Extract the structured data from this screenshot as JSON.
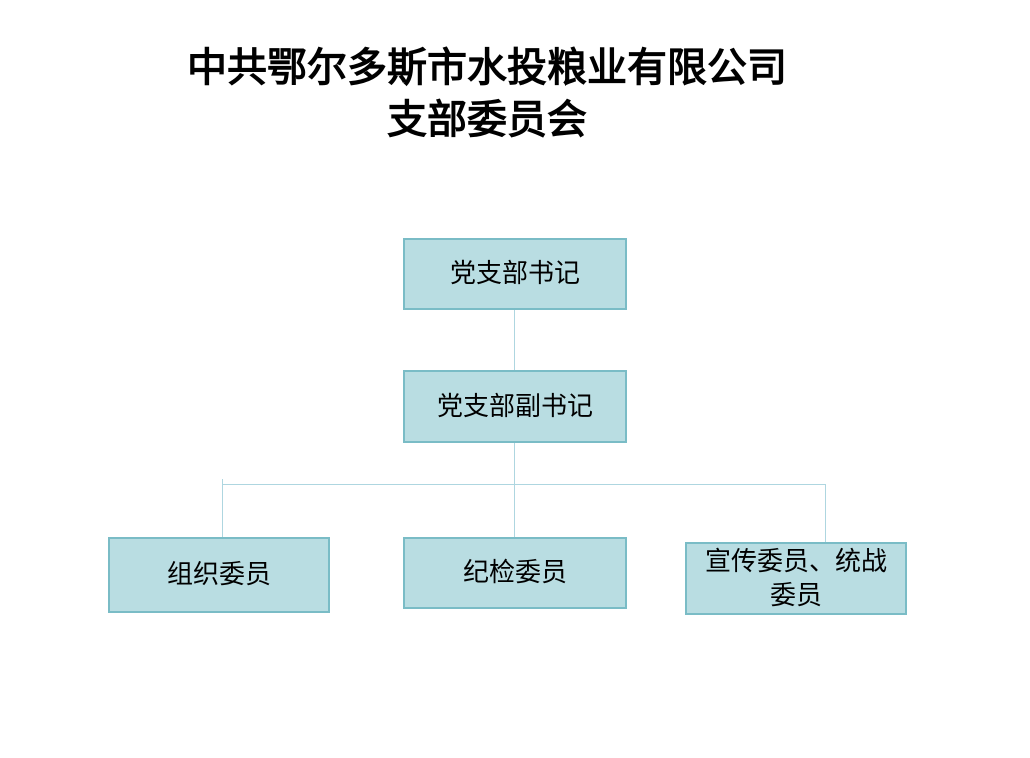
{
  "slide": {
    "title_line1": "中共鄂尔多斯市水投粮业有限公司",
    "title_line2": "支部委员会"
  },
  "org_chart": {
    "type": "org-tree",
    "nodes": [
      {
        "id": "party-branch-secretary",
        "label": "党支部书记",
        "level": 1
      },
      {
        "id": "party-branch-deputy-secretary",
        "label": "党支部副书记",
        "level": 2
      },
      {
        "id": "organization-committee-member",
        "label": "组织委员",
        "level": 3
      },
      {
        "id": "discipline-inspection-committee-member",
        "label": "纪检委员",
        "level": 3
      },
      {
        "id": "publicity-united-front-committee-member",
        "label": "宣传委员、统战委员",
        "level": 3
      }
    ],
    "edges": [
      {
        "from": "党支部书记",
        "to": "党支部副书记"
      },
      {
        "from": "党支部副书记",
        "to": "组织委员"
      },
      {
        "from": "党支部副书记",
        "to": "纪检委员"
      },
      {
        "from": "党支部副书记",
        "to": "宣传委员、统战委员"
      }
    ]
  },
  "colors": {
    "node_fill": "#b9dde2",
    "node_border": "#7abcc6",
    "connector": "#aed6e0",
    "text": "#000000",
    "background": "#ffffff"
  }
}
